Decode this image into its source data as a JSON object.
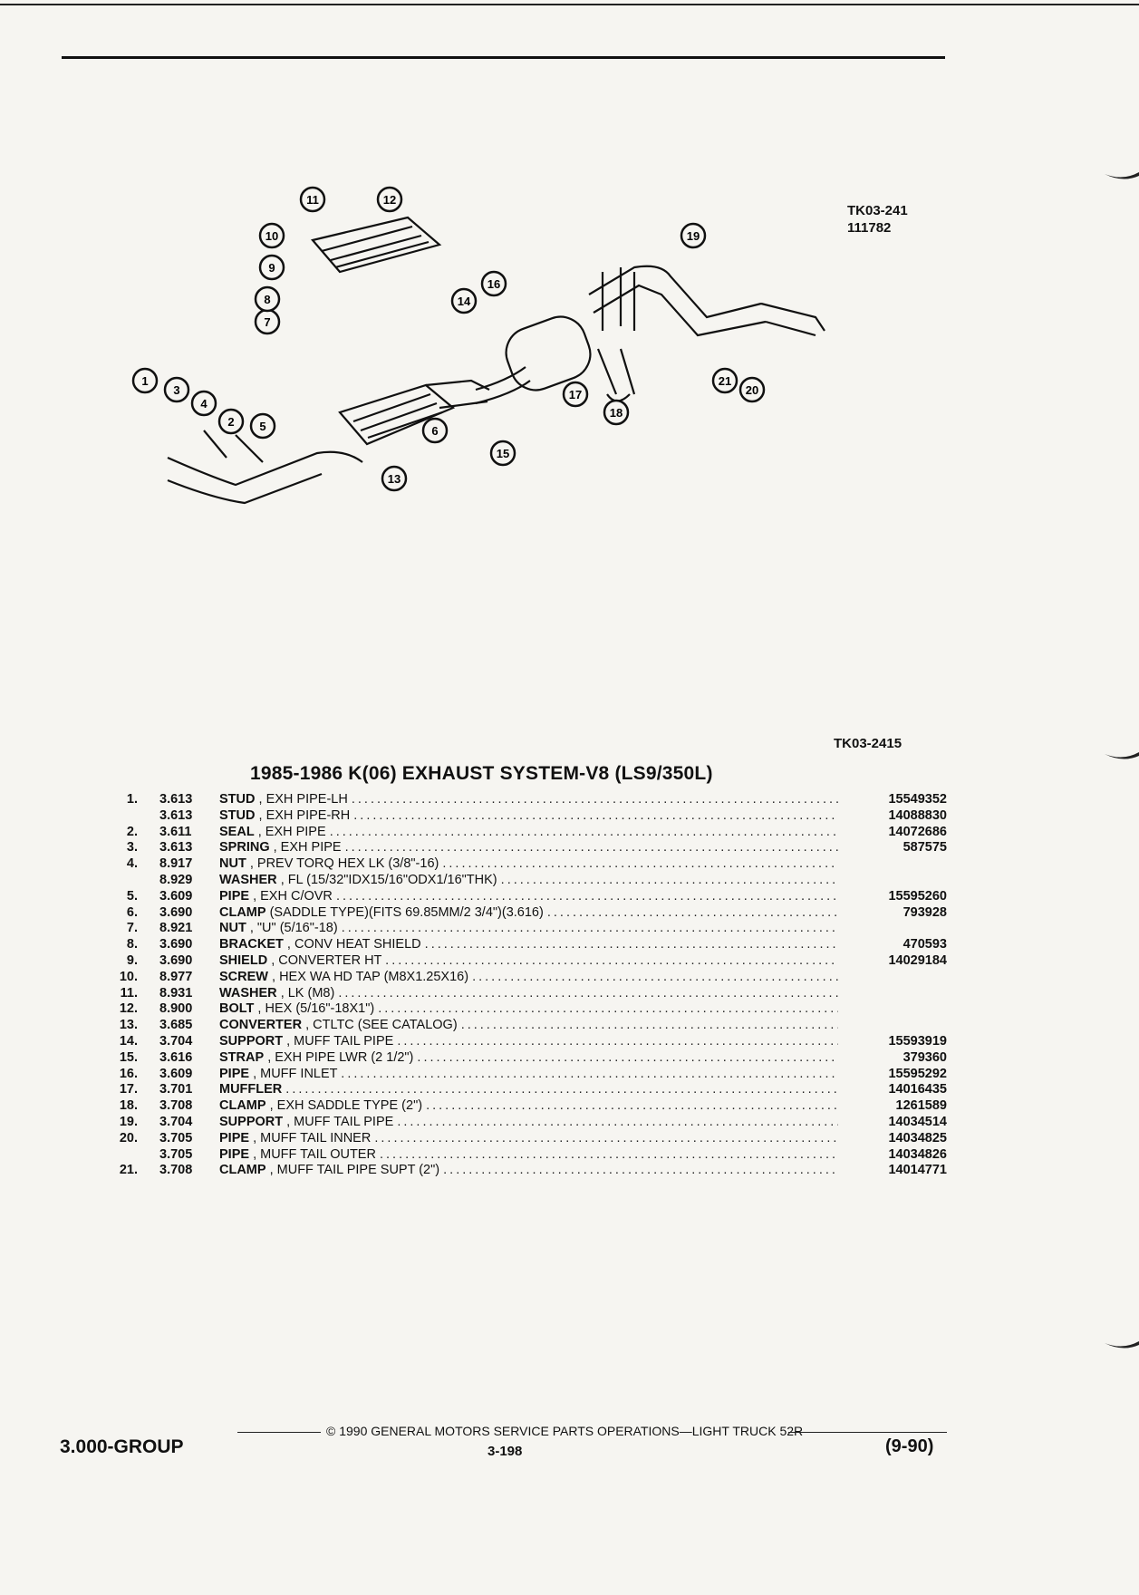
{
  "figure_codes": {
    "code_a_line1": "TK03-241",
    "code_a_line2": "111782",
    "code_b": "TK03-2415"
  },
  "callouts": [
    "1",
    "2",
    "3",
    "4",
    "5",
    "6",
    "7",
    "8",
    "9",
    "10",
    "11",
    "12",
    "13",
    "14",
    "15",
    "16",
    "17",
    "18",
    "19",
    "20",
    "21"
  ],
  "title": "1985-1986 K(06) EXHAUST SYSTEM-V8 (LS9/350L)",
  "parts": [
    {
      "num": "1.",
      "group": "3.613",
      "name": "STUD",
      "desc": ", EXH PIPE-LH",
      "pn": "15549352"
    },
    {
      "num": "",
      "group": "3.613",
      "name": "STUD",
      "desc": ", EXH PIPE-RH",
      "pn": "14088830"
    },
    {
      "num": "2.",
      "group": "3.611",
      "name": "SEAL",
      "desc": ", EXH PIPE",
      "pn": "14072686"
    },
    {
      "num": "3.",
      "group": "3.613",
      "name": "SPRING",
      "desc": ", EXH PIPE",
      "pn": "587575"
    },
    {
      "num": "4.",
      "group": "8.917",
      "name": "NUT",
      "desc": ", PREV TORQ HEX LK (3/8\"-16)",
      "pn": ""
    },
    {
      "num": "",
      "group": "8.929",
      "name": "WASHER",
      "desc": ", FL (15/32\"IDX15/16\"ODX1/16\"THK)",
      "pn": ""
    },
    {
      "num": "5.",
      "group": "3.609",
      "name": "PIPE",
      "desc": ", EXH C/OVR",
      "pn": "15595260"
    },
    {
      "num": "6.",
      "group": "3.690",
      "name": "CLAMP",
      "desc": "(SADDLE TYPE)(FITS 69.85MM/2 3/4\")(3.616)",
      "pn": "793928"
    },
    {
      "num": "7.",
      "group": "8.921",
      "name": "NUT",
      "desc": ", \"U\" (5/16\"-18)",
      "pn": ""
    },
    {
      "num": "8.",
      "group": "3.690",
      "name": "BRACKET",
      "desc": ", CONV HEAT SHIELD",
      "pn": "470593"
    },
    {
      "num": "9.",
      "group": "3.690",
      "name": "SHIELD",
      "desc": ", CONVERTER HT",
      "pn": "14029184"
    },
    {
      "num": "10.",
      "group": "8.977",
      "name": "SCREW",
      "desc": ", HEX WA HD TAP (M8X1.25X16)",
      "pn": ""
    },
    {
      "num": "11.",
      "group": "8.931",
      "name": "WASHER",
      "desc": ", LK (M8)",
      "pn": ""
    },
    {
      "num": "12.",
      "group": "8.900",
      "name": "BOLT",
      "desc": ", HEX (5/16\"-18X1\")",
      "pn": ""
    },
    {
      "num": "13.",
      "group": "3.685",
      "name": "CONVERTER",
      "desc": ", CTLTC (SEE CATALOG)",
      "pn": ""
    },
    {
      "num": "14.",
      "group": "3.704",
      "name": "SUPPORT",
      "desc": ", MUFF TAIL PIPE",
      "pn": "15593919"
    },
    {
      "num": "15.",
      "group": "3.616",
      "name": "STRAP",
      "desc": ", EXH PIPE LWR (2 1/2\")",
      "pn": "379360"
    },
    {
      "num": "16.",
      "group": "3.609",
      "name": "PIPE",
      "desc": ", MUFF INLET",
      "pn": "15595292"
    },
    {
      "num": "17.",
      "group": "3.701",
      "name": "MUFFLER",
      "desc": "",
      "pn": "14016435"
    },
    {
      "num": "18.",
      "group": "3.708",
      "name": "CLAMP",
      "desc": ", EXH SADDLE TYPE (2\")",
      "pn": "1261589"
    },
    {
      "num": "19.",
      "group": "3.704",
      "name": "SUPPORT",
      "desc": ", MUFF TAIL PIPE",
      "pn": "14034514"
    },
    {
      "num": "20.",
      "group": "3.705",
      "name": "PIPE",
      "desc": ", MUFF TAIL INNER",
      "pn": "14034825"
    },
    {
      "num": "",
      "group": "3.705",
      "name": "PIPE",
      "desc": ", MUFF TAIL OUTER",
      "pn": "14034826"
    },
    {
      "num": "21.",
      "group": "3.708",
      "name": "CLAMP",
      "desc": ", MUFF TAIL PIPE SUPT (2\")",
      "pn": "14014771"
    }
  ],
  "footer": {
    "copyright": "© 1990 GENERAL MOTORS SERVICE PARTS OPERATIONS—LIGHT TRUCK 52R",
    "group": "3.000-GROUP",
    "page": "3-198",
    "date": "(9-90)"
  }
}
